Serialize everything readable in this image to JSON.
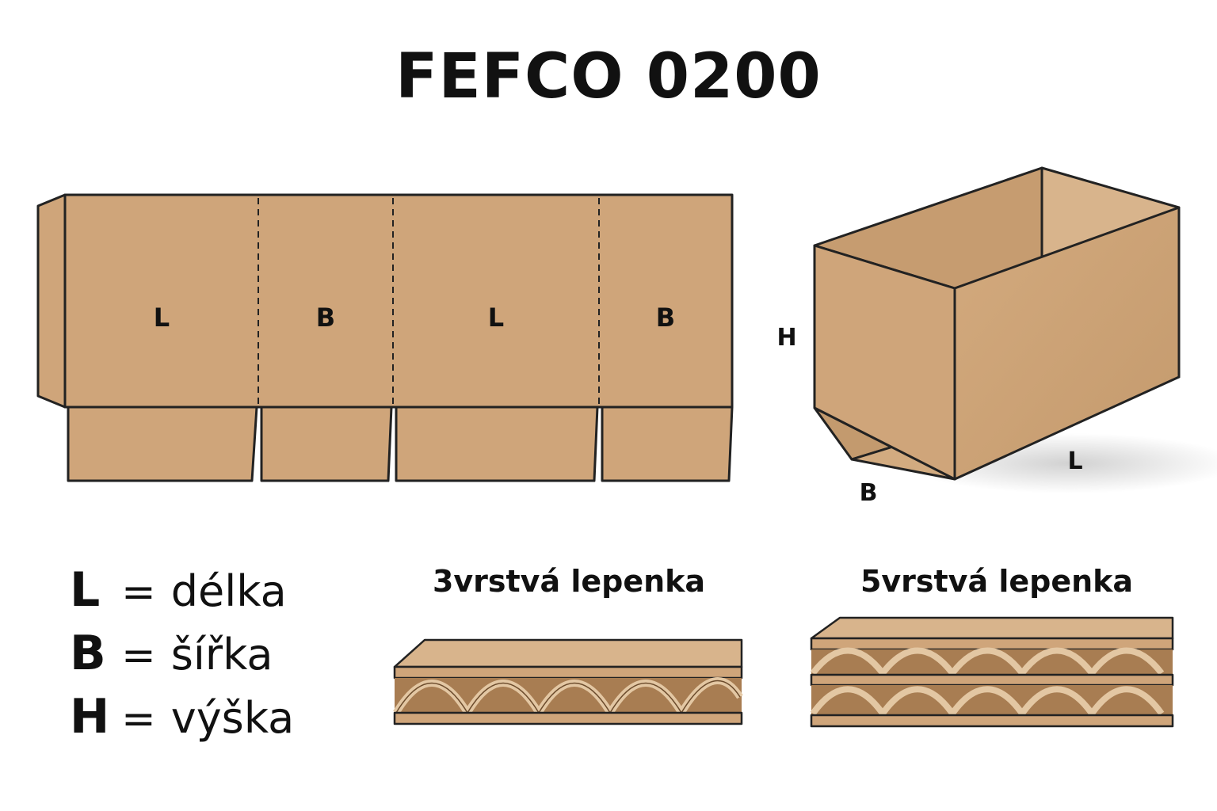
{
  "title": "FEFCO 0200",
  "colors": {
    "kraft": "#cfa57a",
    "kraft_dark": "#b88e62",
    "kraft_light": "#dcb791",
    "outline": "#222222"
  },
  "flat_layout": {
    "panels": [
      "L",
      "B",
      "L",
      "B"
    ]
  },
  "box_3d": {
    "labels": {
      "height": "H",
      "width": "B",
      "length": "L"
    }
  },
  "legend": [
    {
      "letter": "L",
      "eq": "=",
      "meaning": "délka"
    },
    {
      "letter": "B",
      "eq": "=",
      "meaning": "šířka"
    },
    {
      "letter": "H",
      "eq": "=",
      "meaning": "výška"
    }
  ],
  "board_3_layer": {
    "title": "3vrstvá lepenka"
  },
  "board_5_layer": {
    "title": "5vrstvá lepenka"
  }
}
